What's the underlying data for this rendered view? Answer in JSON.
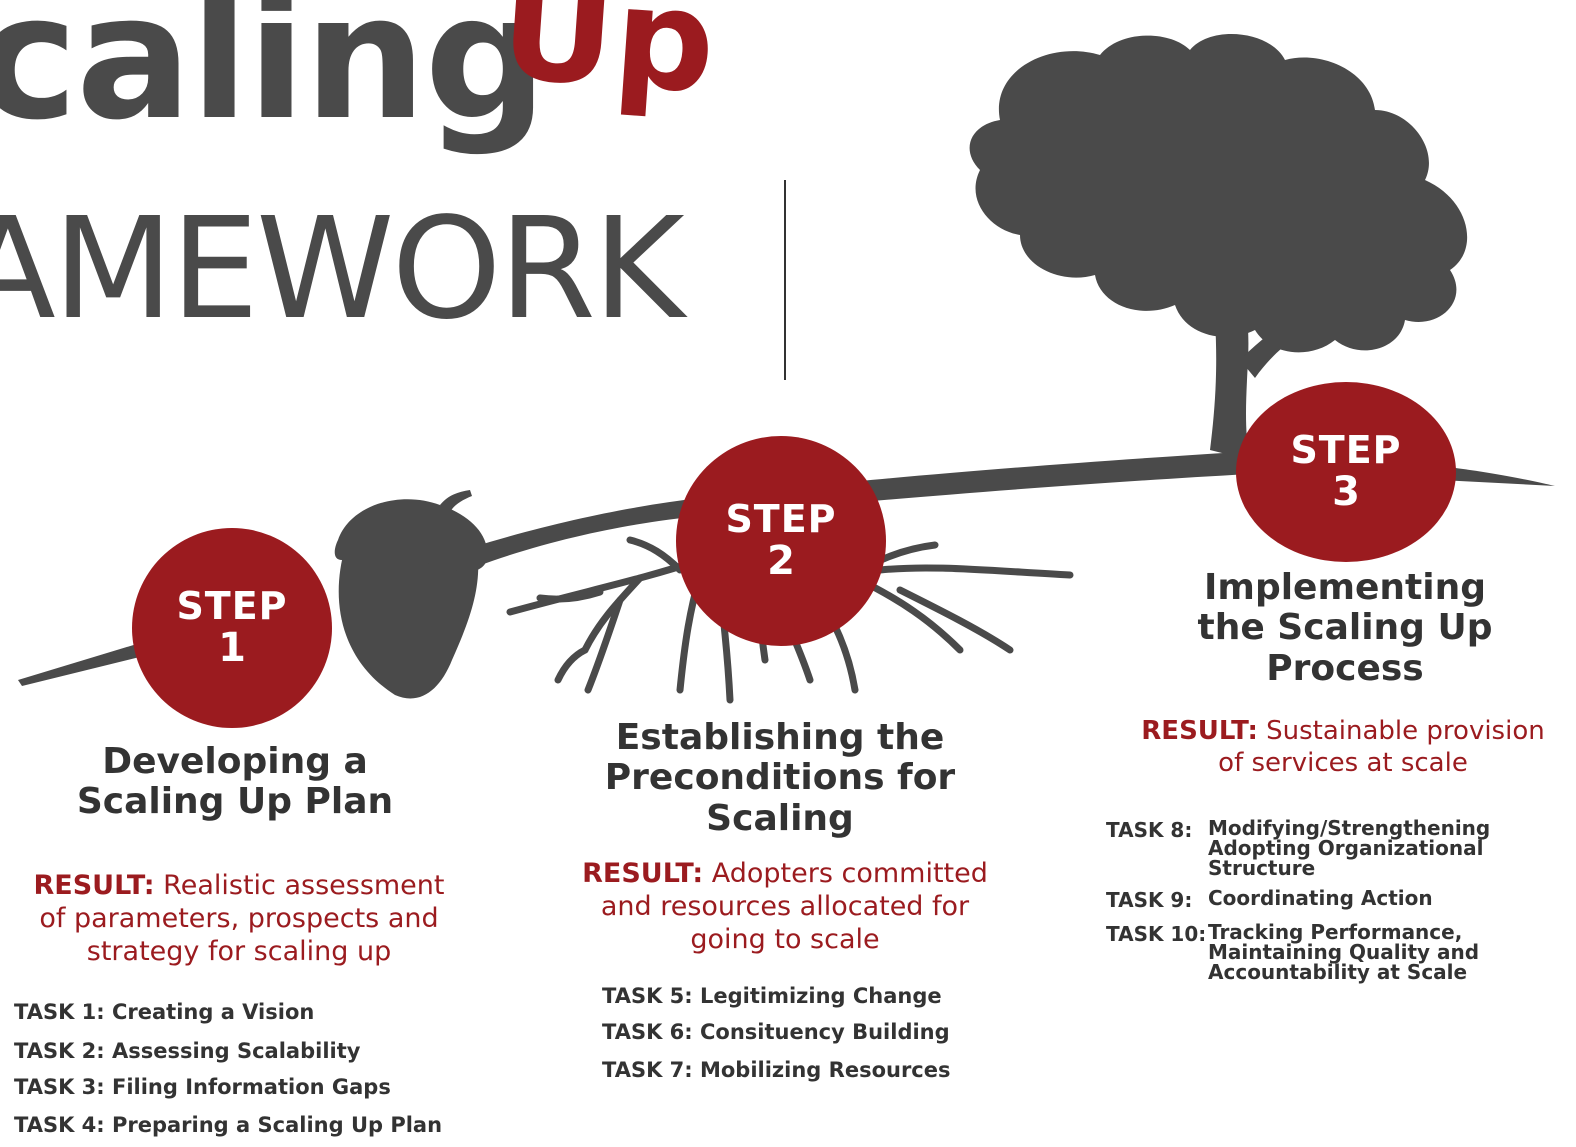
{
  "title": {
    "word1": "caling",
    "word2": "Up",
    "word3": "AMEWORK"
  },
  "colors": {
    "accent": "#9b1b1f",
    "dark": "#4a4a4a"
  },
  "steps": [
    {
      "label": "STEP",
      "number": "1",
      "heading_lines": [
        "Developing a",
        "Scaling Up Plan"
      ],
      "result_label": "RESULT:",
      "result_lines": [
        "Realistic assessment",
        "of parameters, prospects and",
        "strategy for scaling up"
      ],
      "tasks": [
        {
          "key": "TASK 1:",
          "text": "Creating a Vision"
        },
        {
          "key": "TASK 2:",
          "text": "Assessing Scalability"
        },
        {
          "key": "TASK 3:",
          "text": "Filing Information Gaps"
        },
        {
          "key": "TASK 4:",
          "text": "Preparing a Scaling Up Plan"
        }
      ]
    },
    {
      "label": "STEP",
      "number": "2",
      "heading_lines": [
        "Establishing the",
        "Preconditions for",
        "Scaling"
      ],
      "result_label": "RESULT:",
      "result_lines": [
        "Adopters committed",
        "and resources allocated for",
        "going to scale"
      ],
      "tasks": [
        {
          "key": "TASK 5:",
          "text": "Legitimizing Change"
        },
        {
          "key": "TASK 6:",
          "text": "Consituency Building"
        },
        {
          "key": "TASK 7:",
          "text": "Mobilizing Resources"
        }
      ]
    },
    {
      "label": "STEP",
      "number": "3",
      "heading_lines": [
        "Implementing",
        "the Scaling Up",
        "Process"
      ],
      "result_label": "RESULT:",
      "result_lines": [
        "Sustainable provision",
        "of services at scale"
      ],
      "tasks": [
        {
          "key": "TASK 8:",
          "lines": [
            "Modifying/Strengthening",
            "Adopting Organizational",
            "Structure"
          ]
        },
        {
          "key": "TASK 9:",
          "lines": [
            "Coordinating Action"
          ]
        },
        {
          "key": "TASK 10:",
          "lines": [
            "Tracking Performance,",
            "Maintaining Quality and",
            "Accountability at Scale"
          ]
        }
      ]
    }
  ]
}
